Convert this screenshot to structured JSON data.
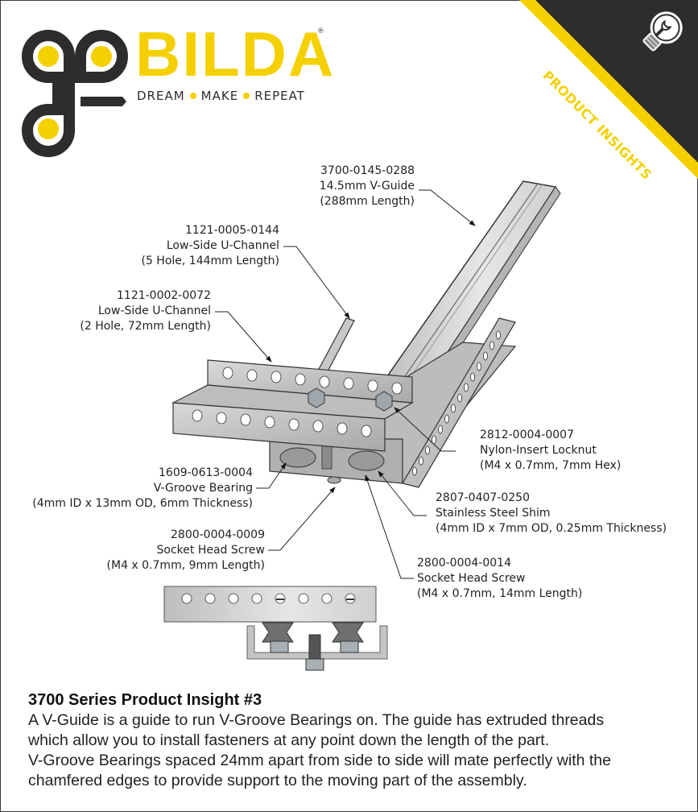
{
  "brand": {
    "name": "BILDA",
    "prefix": "go",
    "registered": "®",
    "tagline": [
      "DREAM",
      "MAKE",
      "REPEAT"
    ],
    "colors": {
      "yellow": "#f5d000",
      "dark": "#2d2d2d"
    }
  },
  "corner_banner": {
    "label": "PRODUCT INSIGHTS",
    "icon": "lightbulb-wrench-icon",
    "colors": {
      "background": "#2d2d2d",
      "stripe": "#f5d000",
      "text": "#f5d000"
    }
  },
  "callouts": [
    {
      "part_number": "3700-0145-0288",
      "name": "14.5mm V-Guide",
      "spec": "(288mm Length)"
    },
    {
      "part_number": "1121-0005-0144",
      "name": "Low-Side U-Channel",
      "spec": "(5 Hole, 144mm Length)"
    },
    {
      "part_number": "1121-0002-0072",
      "name": "Low-Side U-Channel",
      "spec": "(2 Hole, 72mm Length)"
    },
    {
      "part_number": "2812-0004-0007",
      "name": "Nylon-Insert Locknut",
      "spec": "(M4 x 0.7mm, 7mm Hex)"
    },
    {
      "part_number": "1609-0613-0004",
      "name": "V-Groove Bearing",
      "spec": "(4mm ID x 13mm OD, 6mm Thickness)"
    },
    {
      "part_number": "2807-0407-0250",
      "name": "Stainless Steel Shim",
      "spec": "(4mm ID x 7mm OD, 0.25mm Thickness)"
    },
    {
      "part_number": "2800-0004-0009",
      "name": "Socket Head Screw",
      "spec": "(M4 x 0.7mm, 9mm Length)"
    },
    {
      "part_number": "2800-0004-0014",
      "name": "Socket Head Screw",
      "spec": "(M4 x 0.7mm, 14mm Length)"
    }
  ],
  "footer": {
    "title": "3700 Series Product Insight #3",
    "lines": [
      "A V-Guide is a guide to run V-Groove Bearings on.  The guide has extruded threads",
      "which allow you to install fasteners at any point down the length of the part.",
      "V-Groove Bearings spaced 24mm apart from side to side will mate perfectly with the",
      "chamfered edges to provide support to the moving part of the assembly."
    ]
  }
}
